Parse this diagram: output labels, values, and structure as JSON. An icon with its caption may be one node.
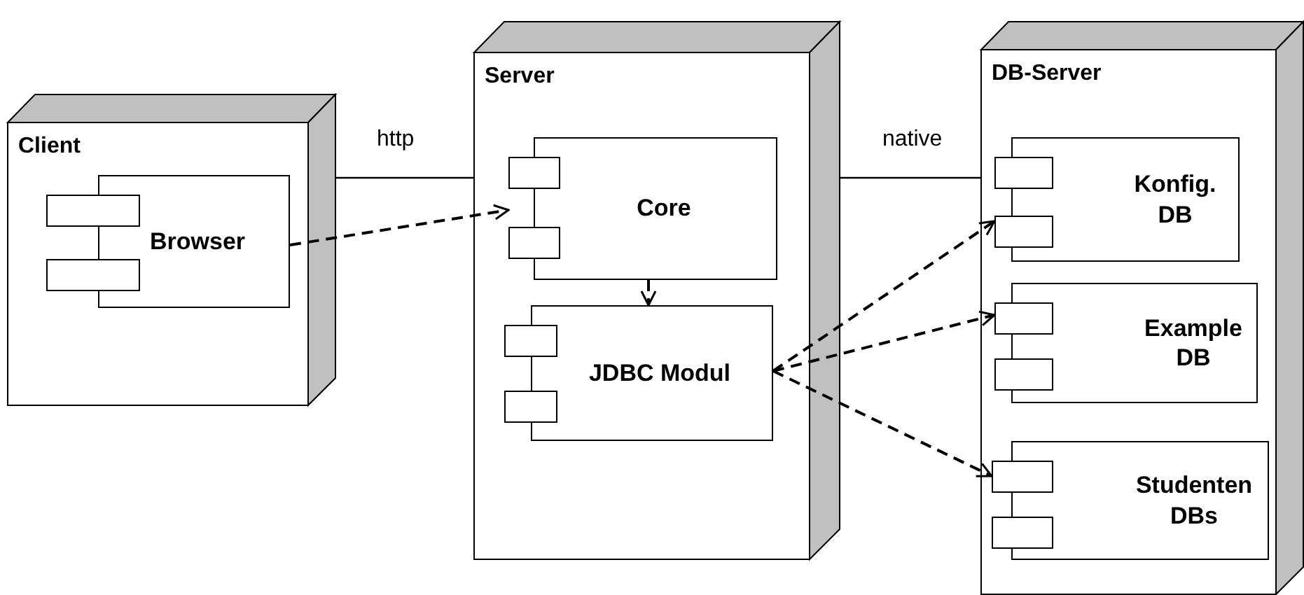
{
  "diagram": {
    "nodes": [
      {
        "text": [
          "Client"
        ]
      },
      {
        "text": [
          "Browser"
        ],
        "in": 0
      },
      {
        "text": [
          "Server"
        ]
      },
      {
        "text": [
          "Core"
        ],
        "in": 2
      },
      {
        "text": [
          "JDBC Modul"
        ],
        "in": 2
      },
      {
        "text": [
          "DB-Server"
        ]
      },
      {
        "text": [
          "Konfig. DB"
        ],
        "in": 5
      },
      {
        "text": [
          "Example DB"
        ],
        "in": 5
      },
      {
        "text": [
          "Studenten DBs"
        ],
        "in": 5
      }
    ],
    "edges": [
      {
        "from": 0,
        "to": 2,
        "arrow": "none",
        "label": "http"
      },
      {
        "from": 2,
        "to": 5,
        "arrow": "none",
        "label": "native"
      },
      {
        "from": 1,
        "to": 3,
        "arrow": "to",
        "style": "dashed"
      },
      {
        "from": 3,
        "to": 4,
        "arrow": "to",
        "style": "dashed"
      },
      {
        "from": 4,
        "to": 6,
        "arrow": "to",
        "style": "dashed"
      },
      {
        "from": 4,
        "to": 7,
        "arrow": "to",
        "style": "dashed"
      },
      {
        "from": 4,
        "to": 8,
        "arrow": "to",
        "style": "dashed"
      }
    ]
  }
}
